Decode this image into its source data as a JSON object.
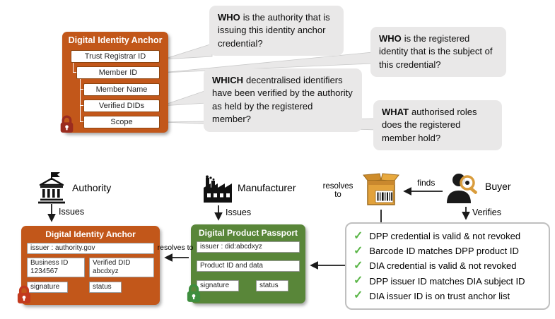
{
  "colors": {
    "orange": "#C2571A",
    "green": "#598639",
    "bubble_gray": "#E9E8E8",
    "check_green": "#5BB648",
    "lock_red": "#9B2C1F",
    "lock_orange_red": "#C33A1E",
    "lock_green": "#3E8E3E"
  },
  "anchor": {
    "title": "Digital Identity Anchor",
    "fields": [
      "Trust Registrar ID",
      "Member ID",
      "Member Name",
      "Verified DIDs",
      "Scope"
    ]
  },
  "bubbles": [
    {
      "keyword": "WHO",
      "text": "is the authority that is issuing this identity anchor credential?"
    },
    {
      "keyword": "WHO",
      "text": "is the registered identity that is the subject of this credential?"
    },
    {
      "keyword": "WHICH",
      "text": "decentralised identifiers have been verified by the authority as held by the registered member?"
    },
    {
      "keyword": "WHAT",
      "text": "authorised roles does the registered member hold?"
    }
  ],
  "actors": {
    "authority": {
      "label": "Authority",
      "action": "Issues"
    },
    "manufacturer": {
      "label": "Manufacturer",
      "action": "Issues"
    },
    "buyer": {
      "label": "Buyer",
      "finds_label": "finds",
      "action": "Verifies"
    }
  },
  "links": {
    "resolves_dpp_to_dia": "resolves to",
    "resolves_barcode_to_dpp": "resolves to"
  },
  "dia": {
    "title": "Digital Identity Anchor",
    "issuer": "issuer : authority.gov",
    "business_label": "Business ID",
    "business_value": "1234567",
    "did_label": "Verified DID",
    "did_value": "abcdxyz",
    "signature": "signature",
    "status": "status"
  },
  "dpp": {
    "title": "Digital Product Passport",
    "issuer": "issuer : did:abcdxyz",
    "product": "Product ID and data",
    "signature": "signature",
    "status": "status"
  },
  "checklist": {
    "check_glyph": "✓",
    "items": [
      "DPP credential is valid & not revoked",
      "Barcode ID matches DPP product ID",
      "DIA credential is valid & not revoked",
      "DPP issuer ID matches DIA subject ID",
      "DIA issuer ID is on trust anchor list"
    ]
  }
}
